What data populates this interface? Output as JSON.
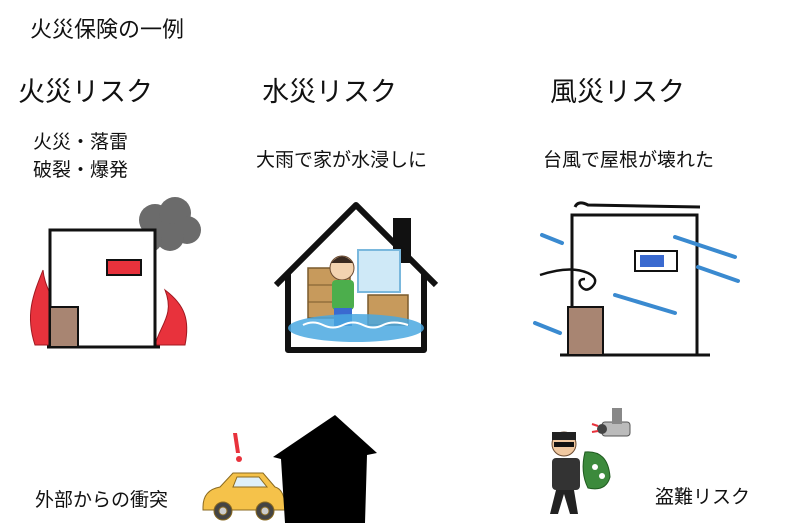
{
  "page": {
    "title": "火災保険の一例"
  },
  "fire": {
    "heading": "火災リスク",
    "line1": "火災・落雷",
    "line2": "破裂・爆発"
  },
  "water": {
    "heading": "水災リスク",
    "desc": "大雨で家が水浸しに"
  },
  "wind": {
    "heading": "風災リスク",
    "desc": "台風で屋根が壊れた"
  },
  "collision": {
    "label": "外部からの衝突"
  },
  "theft": {
    "label": "盗難リスク"
  },
  "colors": {
    "flame": "#e8323c",
    "smoke": "#6b6b6b",
    "door": "#a88572",
    "window_red": "#e8323c",
    "water": "#4aa8e0",
    "wind_lines": "#3a8ad0",
    "car": "#f5c24a",
    "alert": "#e8323c"
  }
}
